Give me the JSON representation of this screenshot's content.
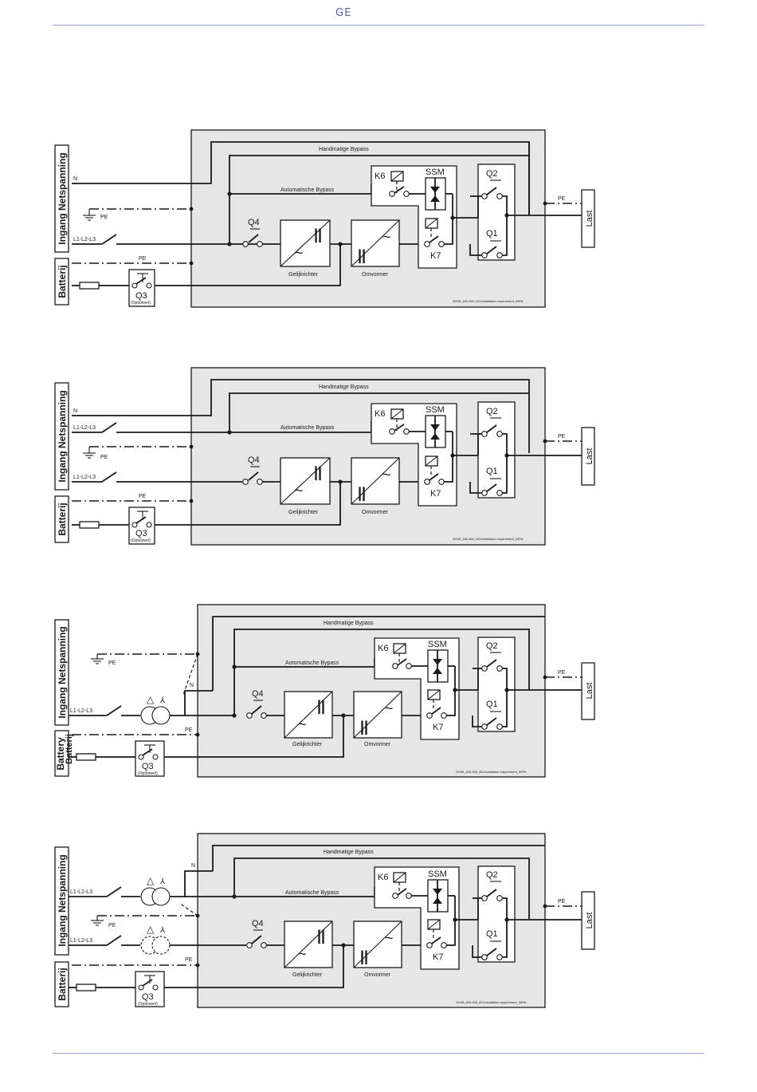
{
  "header": {
    "brand": "GE"
  },
  "diagrams": [
    {
      "side_mains": "Ingang Netspanning",
      "side_battery": "Batterij",
      "side_battery_overlay": "",
      "line_N": "N",
      "line_PE": "PE",
      "line_L": "L1-L2-L3",
      "line_L2": "",
      "bat_PE": "PE",
      "manual_bypass": "Handmatige Bypass",
      "auto_bypass": "Automatische Bypass",
      "rectifier": "Gelijkrichter",
      "inverter": "Omvormer",
      "k6": "K6",
      "k7": "K7",
      "ssm": "SSM",
      "q1": "Q1",
      "q2": "Q2",
      "q3": "Q3",
      "q4": "Q4",
      "optional": "(Optioneel)",
      "out_PE": "PE",
      "load": "Last",
      "code": "SG55_400-600_80-Installation requirement_05PA"
    },
    {
      "side_mains": "Ingang Netspanning",
      "side_battery": "Batterij",
      "side_battery_overlay": "",
      "line_N": "N",
      "line_PE": "PE",
      "line_L": "L1-L2-L3",
      "line_L2": "L1-L2-L3",
      "bat_PE": "PE",
      "manual_bypass": "Handmatige Bypass",
      "auto_bypass": "Automatische Bypass",
      "rectifier": "Gelijkrichter",
      "inverter": "Omvormer",
      "k6": "K6",
      "k7": "K7",
      "ssm": "SSM",
      "q1": "Q1",
      "q2": "Q2",
      "q3": "Q3",
      "q4": "Q4",
      "optional": "(Optioneel)",
      "out_PE": "PE",
      "load": "Last",
      "code": "SG55_400-600_80-Installation requirement_05PA"
    },
    {
      "side_mains": "Ingang Netspanning",
      "side_battery": "Battery",
      "side_battery_overlay": "Batterij",
      "line_N": "N",
      "line_PE": "PE",
      "line_L": "L1-L2-L3",
      "line_L2": "",
      "bat_PE": "PE",
      "manual_bypass": "Handmatige Bypass",
      "auto_bypass": "Automatische Bypass",
      "rectifier": "Gelijkrichter",
      "inverter": "Omvormer",
      "k6": "K6",
      "k7": "K7",
      "ssm": "SSM",
      "q1": "Q1",
      "q2": "Q2",
      "q3": "Q3",
      "q4": "Q4",
      "optional": "(Optioneel)",
      "out_PE": "PE",
      "load": "Last",
      "code": "SG55_400-600_80-Installation requirement_05PA"
    },
    {
      "side_mains": "Ingang Netspanning",
      "side_battery": "Batterij",
      "side_battery_overlay": "",
      "line_N": "N",
      "line_PE": "PE",
      "line_L": "L1-L2-L3",
      "line_L2": "L1-L2-L3",
      "bat_PE": "PE",
      "manual_bypass": "Handmatige Bypass",
      "auto_bypass": "Automatische Bypass",
      "rectifier": "Gelijkrichter",
      "inverter": "Omvormer",
      "k6": "K6",
      "k7": "K7",
      "ssm": "SSM",
      "q1": "Q1",
      "q2": "Q2",
      "q3": "Q3",
      "q4": "Q4",
      "optional": "(Optioneel)",
      "out_PE": "PE",
      "load": "Last",
      "code": "SG55_400-600_80-Installation requirement_05PA"
    }
  ]
}
